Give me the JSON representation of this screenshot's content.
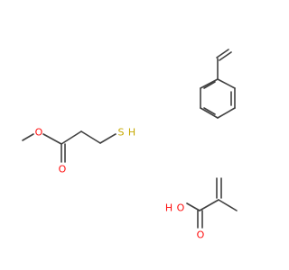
{
  "molecules": [
    {
      "id": "styrene",
      "atom_labels": []
    },
    {
      "id": "methyl-3-mercaptopropanoate",
      "atom_labels": [
        {
          "key": "ester_o",
          "text": "O",
          "color": "#ff0d0d"
        },
        {
          "key": "carbonyl_o",
          "text": "O",
          "color": "#ff0d0d"
        },
        {
          "key": "sulfur",
          "text": "S",
          "color": "#c6a800"
        },
        {
          "key": "sulfur_h",
          "text": "H",
          "color": "#c6a800"
        }
      ]
    },
    {
      "id": "methacrylic-acid",
      "atom_labels": [
        {
          "key": "hydroxyl_o",
          "text": "O",
          "color": "#ff0d0d"
        },
        {
          "key": "hydroxyl_h",
          "text": "H",
          "color": "#ff0d0d"
        },
        {
          "key": "carbonyl_o",
          "text": "O",
          "color": "#ff0d0d"
        }
      ]
    }
  ],
  "colors": {
    "bond": "#404040",
    "oxygen": "#ff0d0d",
    "sulfur": "#c6a800"
  }
}
